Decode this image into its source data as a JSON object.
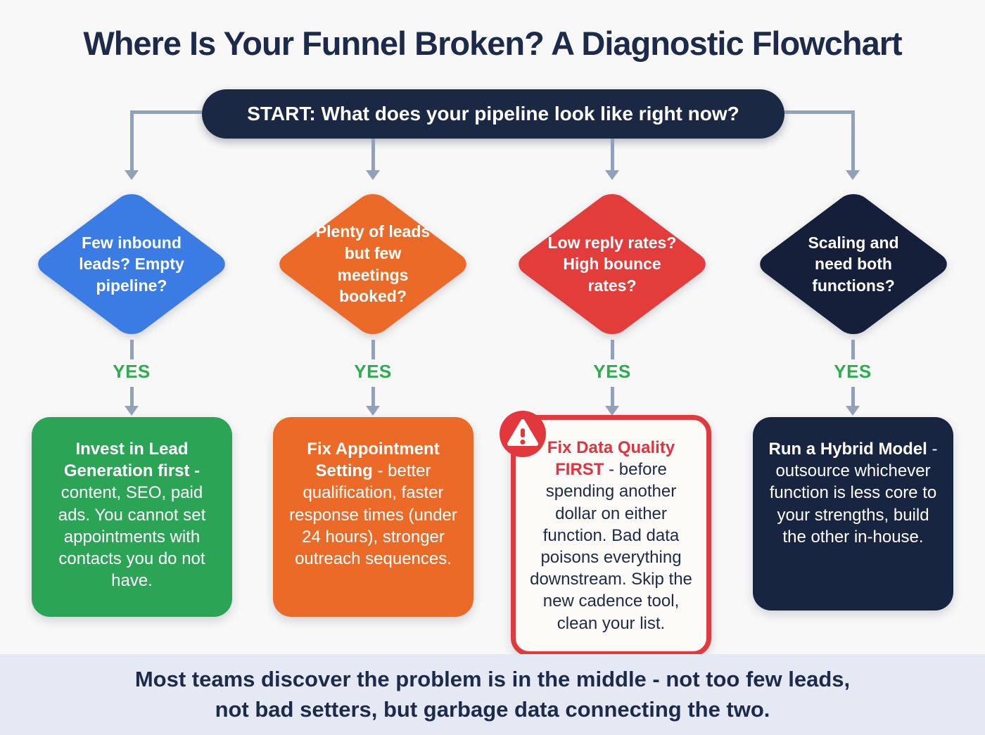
{
  "title": "Where Is Your Funnel Broken? A Diagnostic Flowchart",
  "start": {
    "label": "START: What does your pipeline look like right now?"
  },
  "columns": [
    {
      "diamond": "Few inbound leads? Empty pipeline?",
      "yes": "YES",
      "result_bold": "Invest in Lead Generation first -",
      "result_rest": " content, SEO, paid ads. You cannot set appointments with contacts you do not have.",
      "diamond_color": "#3b7ce4",
      "result_color": "#2ba455"
    },
    {
      "diamond": "Plenty of leads but few meetings booked?",
      "yes": "YES",
      "result_bold": "Fix Appointment Setting",
      "result_rest": " - better qualification, faster response times (under 24 hours), stronger outreach sequences.",
      "diamond_color": "#ec6a28",
      "result_color": "#ec6a28"
    },
    {
      "diamond": "Low reply rates? High bounce rates?",
      "yes": "YES",
      "result_bold": "Fix Data Quality FIRST",
      "result_rest": " - before spending another dollar on either function. Bad data poisons everything downstream. Skip the new cadence tool, clean your list.",
      "diamond_color": "#e23c3b",
      "result_color": "#fdfbf7",
      "result_border_color": "#e0393e",
      "icon": "warning-triangle-icon"
    },
    {
      "diamond": "Scaling and need both functions?",
      "yes": "YES",
      "result_bold": "Run a Hybrid Model",
      "result_rest": " - outsource whichever function is less core to your strengths, build the other in-house.",
      "diamond_color": "#161f39",
      "result_color": "#182540"
    }
  ],
  "footer": {
    "line1": "Most teams discover the problem is in the middle - not too few leads,",
    "line2": "not bad setters, but garbage data connecting the two."
  },
  "colors": {
    "background": "#f8f8f8",
    "title_text": "#1d2a4a",
    "start_pill": "#1b2844",
    "connector": "#93a1b8",
    "yes_green": "#2dac50",
    "footer_bar": "#e4e9f3",
    "warning_red": "#e2383d"
  }
}
